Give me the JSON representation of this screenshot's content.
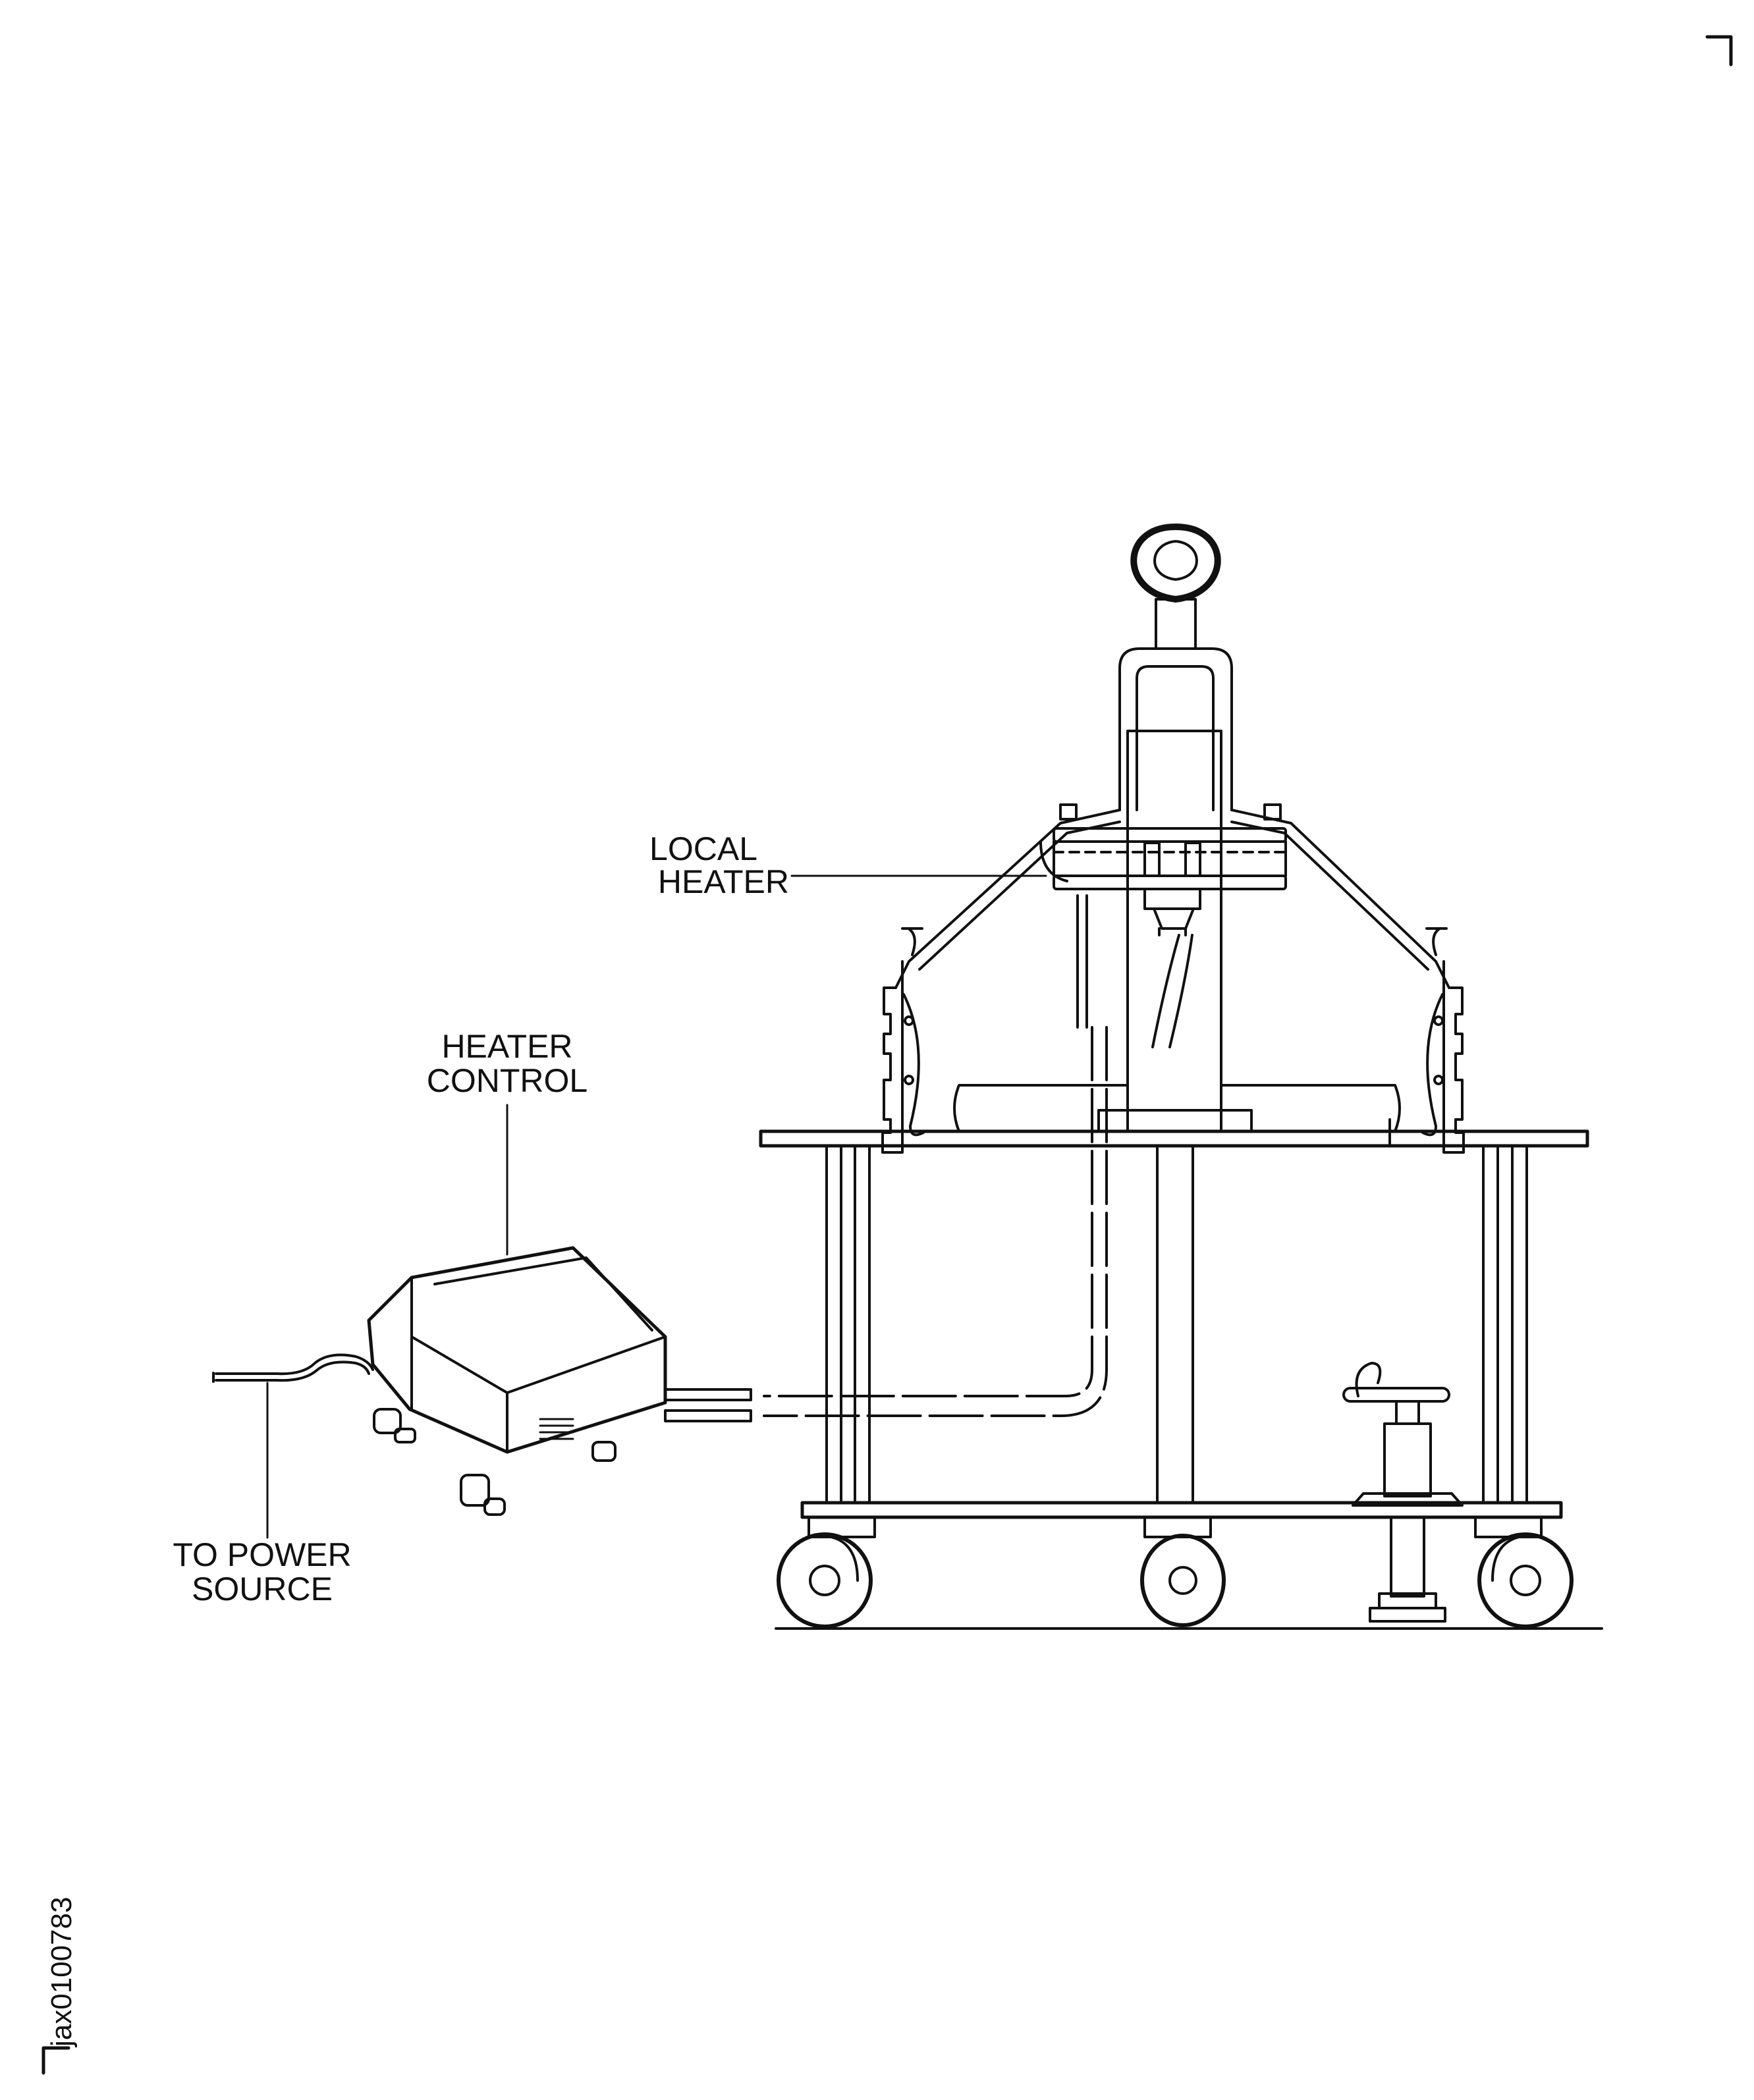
{
  "labels": {
    "local_heater": [
      "LOCAL",
      "HEATER"
    ],
    "heater_control": [
      "HEATER",
      "CONTROL"
    ],
    "power_source": [
      "TO POWER",
      "SOURCE"
    ]
  },
  "figure_id": "jax0100783",
  "colors": {
    "ink": "#111111",
    "paper": "#ffffff"
  }
}
